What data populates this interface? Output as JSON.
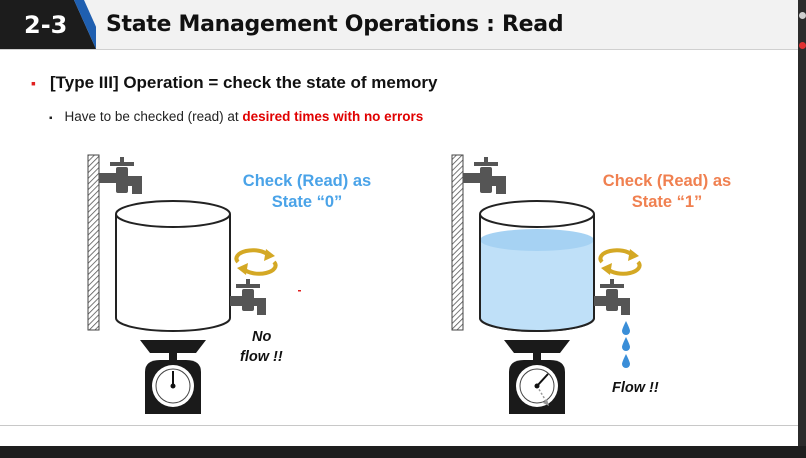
{
  "header": {
    "section_number": "2-3",
    "title": "State Management Operations : Read"
  },
  "bullets": {
    "level1": "[Type III] Operation = check the state of memory",
    "level2_prefix": "Have to be checked (read) at ",
    "level2_highlight": "desired times with no errors"
  },
  "left_scene": {
    "label_line1": "Check (Read) as",
    "label_line2": "State “0”",
    "flow_line1": "No",
    "flow_line2": "flow !!"
  },
  "right_scene": {
    "label_line1": "Check (Read) as",
    "label_line2": "State “1”",
    "flow_text": "Flow !!"
  },
  "colors": {
    "header_blue": "#1f5fb0",
    "header_dark": "#1c1c1c",
    "state0_label": "#4aa3e8",
    "state1_label": "#f08050",
    "water": "#bfe0f8",
    "drop": "#3a8ed8",
    "rotate_arrow": "#d4a824",
    "accent_red": "#e02020"
  },
  "icons": [
    "faucet-icon",
    "water-tank-icon",
    "rotate-arrows-icon",
    "spout-valve-icon",
    "weighing-scale-icon",
    "water-drop-icon",
    "wall-icon"
  ]
}
